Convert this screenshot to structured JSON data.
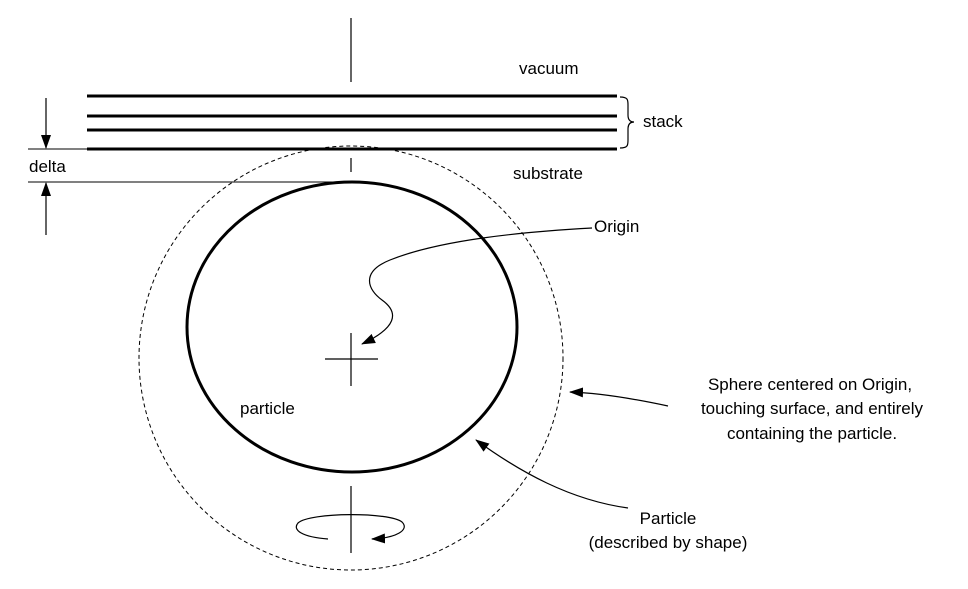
{
  "labels": {
    "vacuum": "vacuum",
    "stack": "stack",
    "substrate": "substrate",
    "delta": "delta",
    "origin": "Origin",
    "particle": "particle",
    "sphere_line1": "Sphere centered on Origin,",
    "sphere_line2": "touching surface, and entirely",
    "sphere_line3": "containing the particle.",
    "particle_shape_line1": "Particle",
    "particle_shape_line2": "(described by shape)"
  },
  "colors": {
    "line": "#000000",
    "background": "#ffffff"
  }
}
